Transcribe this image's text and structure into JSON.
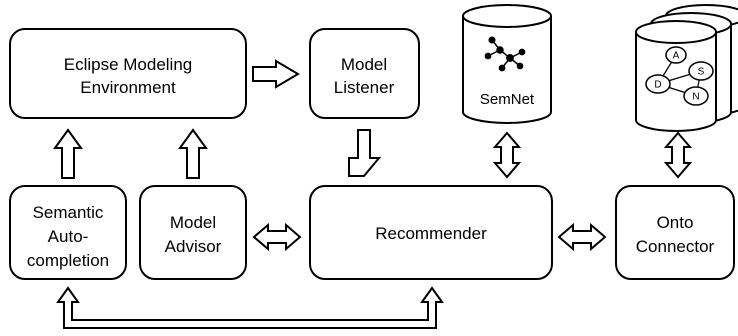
{
  "boxes": {
    "eclipse": [
      "Eclipse Modeling",
      "Environment"
    ],
    "listener": [
      "Model",
      "Listener"
    ],
    "semantic": [
      "Semantic",
      "Auto-",
      "completion"
    ],
    "advisor": [
      "Model",
      "Advisor"
    ],
    "recommender": [
      "Recommender"
    ],
    "onto": [
      "Onto",
      "Connector"
    ]
  },
  "semnet": {
    "label": "SemNet"
  },
  "ontology_nodes": [
    "A",
    "D",
    "S",
    "N"
  ],
  "colors": {
    "stroke": "#000000",
    "fill": "#ffffff"
  }
}
